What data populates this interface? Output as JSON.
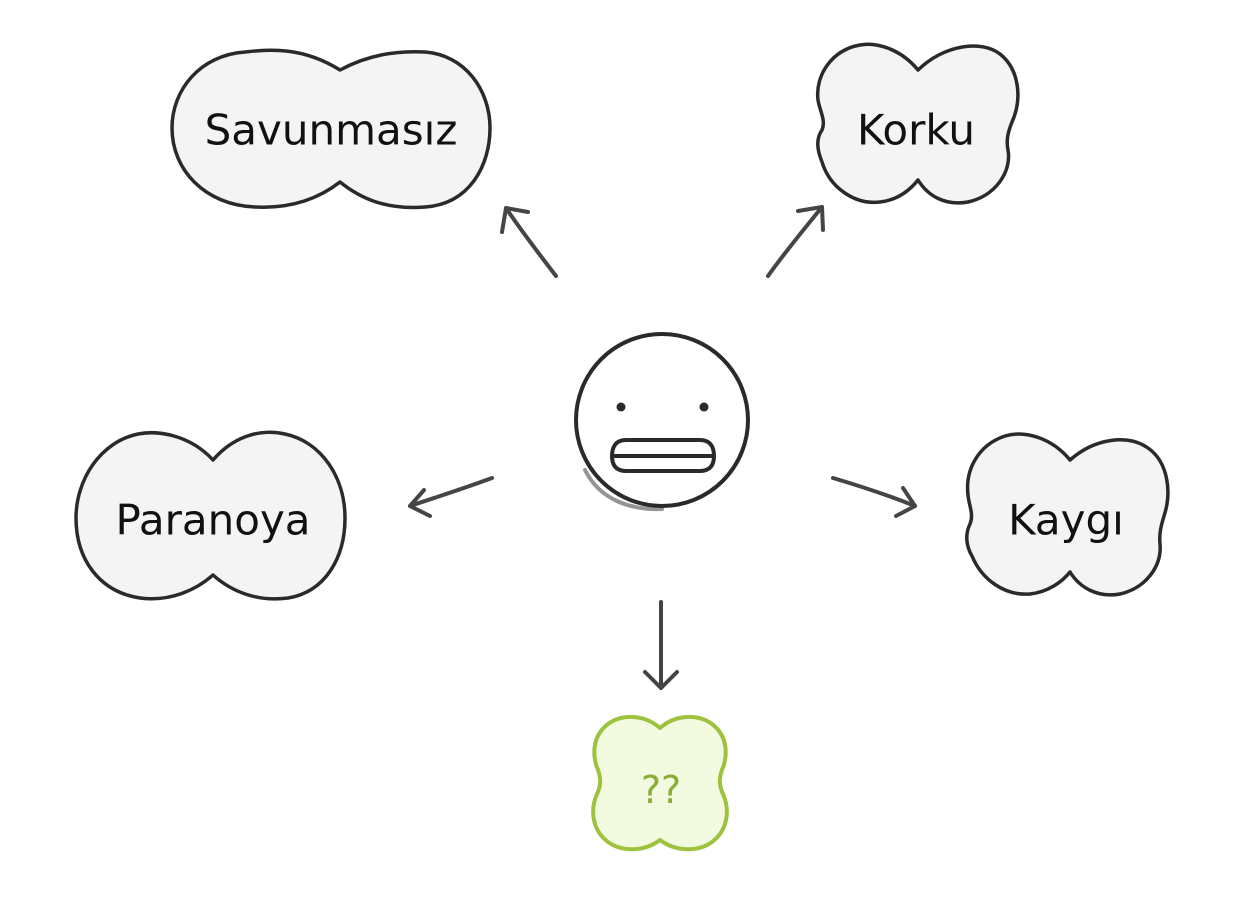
{
  "center": {
    "icon": "grimacing-face-icon"
  },
  "nodes": {
    "savunmasiz": {
      "label": "Savunmasız"
    },
    "korku": {
      "label": "Korku"
    },
    "paranoya": {
      "label": "Paranoya"
    },
    "kaygi": {
      "label": "Kaygı"
    },
    "unknown": {
      "label": "??"
    }
  },
  "colors": {
    "bubble_fill": "#f4f4f4",
    "bubble_stroke": "#2a2a2a",
    "accent_fill": "#f2fbe0",
    "accent_stroke": "#9cc23e",
    "accent_text": "#8aae34",
    "arrow": "#454545"
  }
}
